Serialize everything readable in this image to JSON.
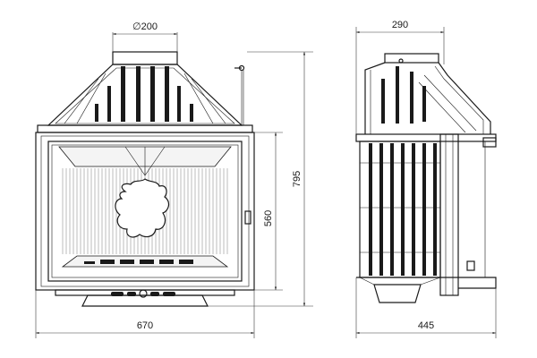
{
  "dimensions": {
    "flue_diameter": "∅200",
    "side_depth_top": "290",
    "total_height": "795",
    "door_height": "560",
    "front_width": "670",
    "side_depth_total": "445"
  },
  "colors": {
    "ink": "#1a1a1a",
    "background": "#ffffff"
  }
}
